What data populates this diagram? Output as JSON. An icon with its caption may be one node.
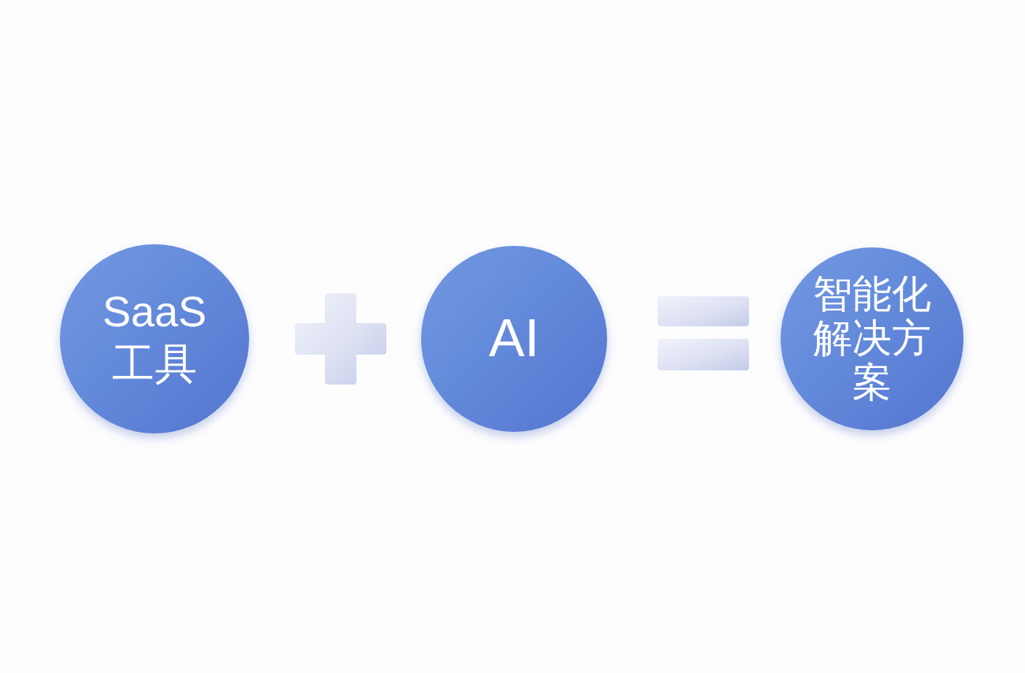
{
  "diagram": {
    "nodes": [
      {
        "text": [
          "SaaS 工具"
        ]
      },
      {
        "text": [
          "AI"
        ]
      },
      {
        "text": [
          "智能化解决方案"
        ]
      }
    ]
  }
}
